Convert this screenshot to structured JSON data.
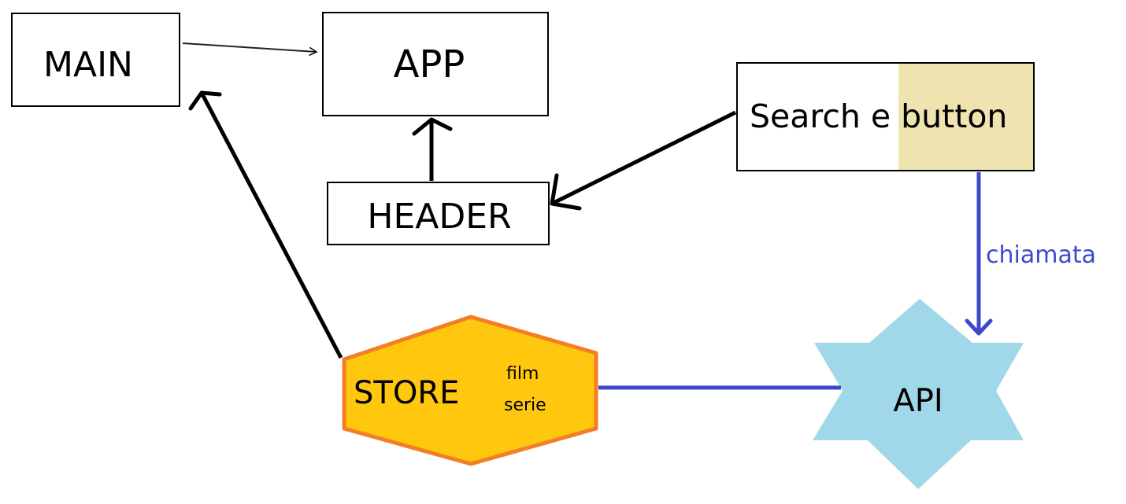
{
  "nodes": {
    "main": "MAIN",
    "app": "APP",
    "header": "HEADER",
    "search": {
      "part1": "Search e ",
      "part2": "button"
    },
    "store": {
      "label": "STORE",
      "items": [
        "film",
        "serie"
      ]
    },
    "api": "API"
  },
  "edges": {
    "chiamata": "chiamata"
  },
  "colors": {
    "store_fill": "#FFC80F",
    "store_stroke": "#F47E25",
    "api_fill": "#A0D8E9",
    "button_fill": "#EFE4B0",
    "blue_line": "#3F48CC",
    "arrow_black": "#000000"
  }
}
